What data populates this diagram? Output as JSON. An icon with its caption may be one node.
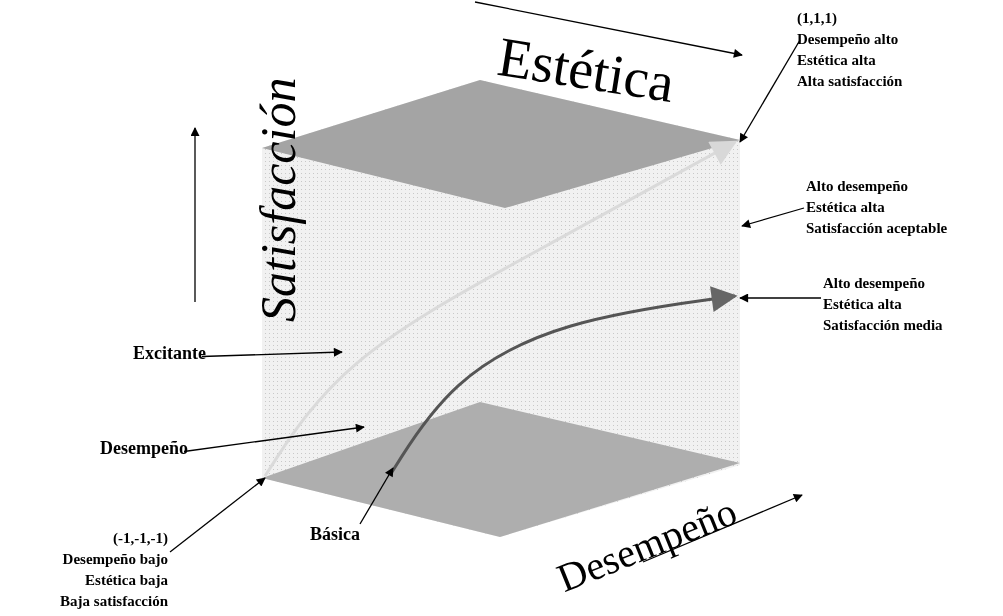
{
  "diagram": {
    "nodes": [
      {
        "text": [
          "(1,1,1)",
          "Desempeño alto",
          "Estética alta",
          "Alta satisfacción"
        ]
      },
      {
        "text": [
          "Alto desempeño",
          "Estética alta",
          "Satisfacción aceptable"
        ]
      },
      {
        "text": [
          "Alto desempeño",
          "Estética alta",
          "Satisfacción media"
        ]
      },
      {
        "text": [
          "Excitante"
        ]
      },
      {
        "text": [
          "Desempeño"
        ]
      },
      {
        "text": [
          "(-1,-1,-1)",
          "Desempeño bajo",
          "Estética baja",
          "Baja satisfacción"
        ]
      },
      {
        "text": [
          "Básica"
        ]
      }
    ],
    "edges": [
      {
        "from": 0,
        "to": null,
        "arrow": "to"
      },
      {
        "from": 1,
        "to": null,
        "arrow": "to"
      },
      {
        "from": 2,
        "to": null,
        "arrow": "to"
      },
      {
        "from": 3,
        "to": null,
        "arrow": "to"
      },
      {
        "from": 4,
        "to": null,
        "arrow": "to"
      },
      {
        "from": 5,
        "to": null,
        "arrow": "to"
      },
      {
        "from": 6,
        "to": null,
        "arrow": "to"
      }
    ],
    "labels": [
      "Satisfacción",
      "Estética",
      "Desempeño"
    ]
  }
}
